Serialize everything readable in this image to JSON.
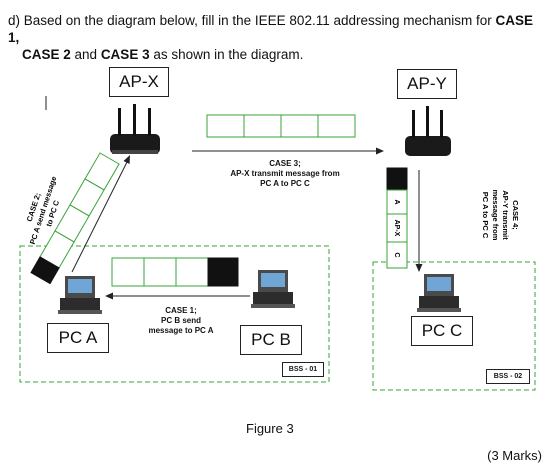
{
  "question": {
    "prefix": "d) ",
    "text_1": "Based on the diagram below, fill in the IEEE 802.11 addressing mechanism for ",
    "case1": "CASE 1,",
    "case2": "CASE 2",
    "text_2": " and ",
    "case3": "CASE 3",
    "text_3": " as shown in the diagram."
  },
  "nodes": {
    "ap_x": "AP-X",
    "ap_y": "AP-Y",
    "pc_a": "PC A",
    "pc_b": "PC B",
    "pc_c": "PC C"
  },
  "bss": {
    "bss1": "BSS - 01",
    "bss2": "BSS - 02"
  },
  "cases": {
    "case1_title": "CASE 1;",
    "case1_line1": "PC B send",
    "case1_line2": "message to PC A",
    "case2_title": "CASE 2;",
    "case2_line1": "PC A send message",
    "case2_line2": "to PC C",
    "case3_title": "CASE 3;",
    "case3_line1": "AP-X transmit message from",
    "case3_line2": "PC A to PC C",
    "case4_title": "CASE 4;",
    "case4_line1": "AP-Y transmit",
    "case4_line2": "message from",
    "case4_line3": "PC A to PC C"
  },
  "case4_frame": {
    "field1": "A",
    "field2": "AP-X",
    "field3": "C"
  },
  "figure_caption": "Figure 3",
  "marks": "(3 Marks)"
}
